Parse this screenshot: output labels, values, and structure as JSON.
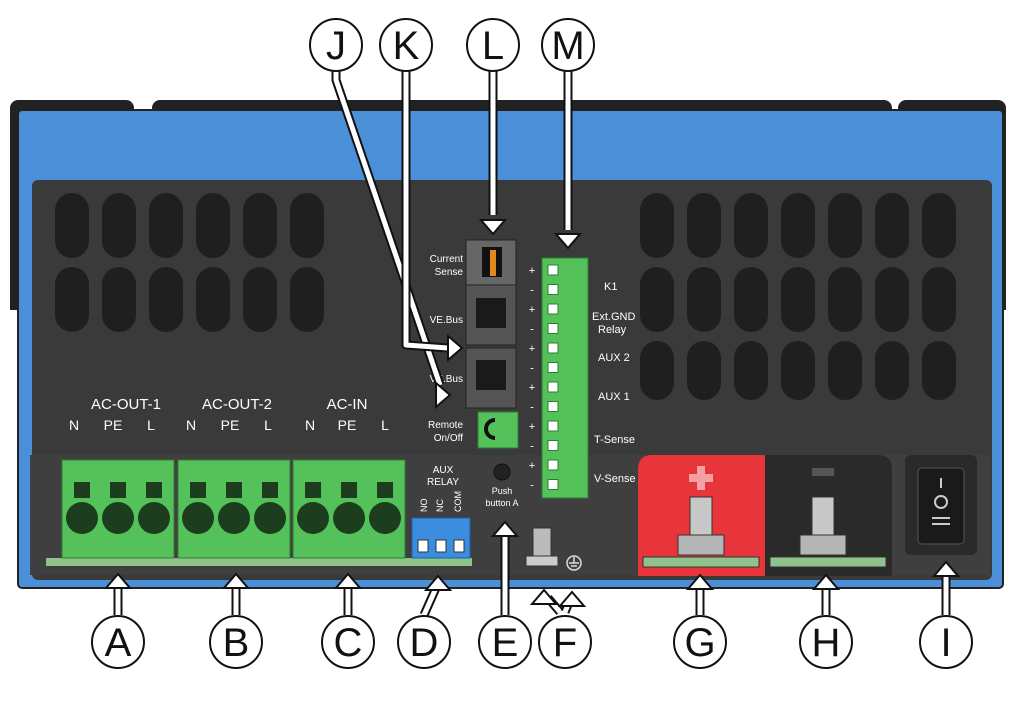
{
  "terminals": {
    "ac_out_1": {
      "title": "AC-OUT-1",
      "n": "N",
      "pe": "PE",
      "l": "L"
    },
    "ac_out_2": {
      "title": "AC-OUT-2",
      "n": "N",
      "pe": "PE",
      "l": "L"
    },
    "ac_in": {
      "title": "AC-IN",
      "n": "N",
      "pe": "PE",
      "l": "L"
    }
  },
  "ports": {
    "current_sense": [
      "Current",
      "Sense"
    ],
    "vebus_1": "VE.Bus",
    "vebus_2": "VE.Bus",
    "remote_onoff": [
      "Remote",
      "On/Off"
    ],
    "aux_relay": [
      "AUX",
      "RELAY"
    ],
    "aux_relay_pins": [
      "NO",
      "NC",
      "COM"
    ],
    "push_button": [
      "Push",
      "button A"
    ]
  },
  "terminal_strip": {
    "labels": [
      "K1",
      "Ext.GND",
      "Relay",
      "AUX 2",
      "AUX 1",
      "T-Sense",
      "V-Sense"
    ],
    "polarity": [
      "+",
      "-",
      "+",
      "-",
      "+",
      "-",
      "+",
      "-",
      "+",
      "-",
      "+",
      "-"
    ]
  },
  "callouts": [
    "A",
    "B",
    "C",
    "D",
    "E",
    "F",
    "G",
    "H",
    "I",
    "J",
    "K",
    "L",
    "M"
  ],
  "colors": {
    "housing_blue": "#4a8fd8",
    "panel_dark": "#3a3a3a",
    "connector_green": "#55c15a",
    "positive_red": "#e8353c",
    "negative_black": "#2a2a2a"
  },
  "icons": {
    "ground": "ground-symbol-icon",
    "plus": "plus-icon",
    "minus": "minus-icon",
    "switch": "power-switch-icon"
  }
}
